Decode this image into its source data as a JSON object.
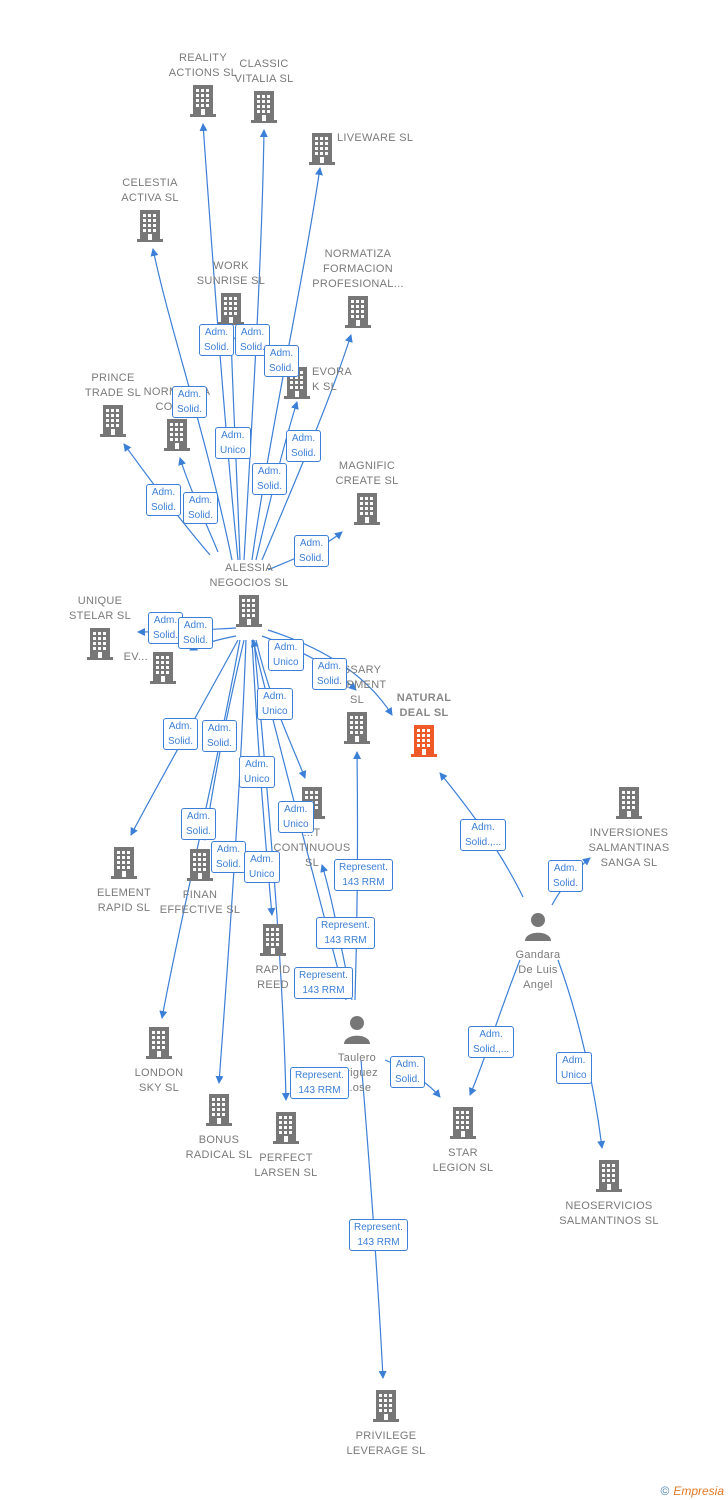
{
  "colors": {
    "building": "#777777",
    "focus": "#f05a28",
    "edge": "#3c7fd6",
    "label": "#7a7a7a"
  },
  "nodes": [
    {
      "id": "reality",
      "label": "REALITY\nACTIONS SL",
      "type": "company"
    },
    {
      "id": "classic",
      "label": "CLASSIC\nVITALIA SL",
      "type": "company"
    },
    {
      "id": "liveware",
      "label": "LIVEWARE SL",
      "type": "company"
    },
    {
      "id": "celestia",
      "label": "CELESTIA\nACTIVA SL",
      "type": "company"
    },
    {
      "id": "work",
      "label": "WORK\nSUNRISE SL",
      "type": "company"
    },
    {
      "id": "normatiza_form",
      "label": "NORMATIZA\nFORMACION\nPROFESIONAL...",
      "type": "company"
    },
    {
      "id": "evora",
      "label": "EVORA\nK SL",
      "type": "company"
    },
    {
      "id": "prince",
      "label": "PRINCE\nTRADE SL",
      "type": "company"
    },
    {
      "id": "normatiza_cons",
      "label": "NORMATIZA\nCONS...",
      "type": "company"
    },
    {
      "id": "magnific",
      "label": "MAGNIFIC\nCREATE SL",
      "type": "company"
    },
    {
      "id": "alessia",
      "label": "ALESSIA\nNEGOCIOS SL",
      "type": "company"
    },
    {
      "id": "unique",
      "label": "UNIQUE\nSTELAR SL",
      "type": "company"
    },
    {
      "id": "ev",
      "label": "EV...",
      "type": "company"
    },
    {
      "id": "necessary",
      "label": "...SSARY\n...OPMENT\nSL",
      "type": "company"
    },
    {
      "id": "natural",
      "label": "NATURAL\nDEAL SL",
      "type": "focus"
    },
    {
      "id": "inversiones",
      "label": "INVERSIONES\nSALMANTINAS\nSANGA SL",
      "type": "company"
    },
    {
      "id": "continuous",
      "label": "...T\nCONTINUOUS\nSL",
      "type": "company"
    },
    {
      "id": "element",
      "label": "ELEMENT\nRAPID SL",
      "type": "company"
    },
    {
      "id": "finan",
      "label": "FINAN\nEFFECTIVE SL",
      "type": "company"
    },
    {
      "id": "rapid",
      "label": "RAPID\nREED",
      "type": "company"
    },
    {
      "id": "gandara",
      "label": "Gandara\nDe Luis\nAngel",
      "type": "person"
    },
    {
      "id": "london",
      "label": "LONDON\nSKY SL",
      "type": "company"
    },
    {
      "id": "taulero",
      "label": "Taulero\n...riguez\n...ose",
      "type": "person"
    },
    {
      "id": "bonus",
      "label": "BONUS\nRADICAL SL",
      "type": "company"
    },
    {
      "id": "perfect",
      "label": "PERFECT\nLARSEN SL",
      "type": "company"
    },
    {
      "id": "star",
      "label": "STAR\nLEGION SL",
      "type": "company"
    },
    {
      "id": "neoservicios",
      "label": "NEOSERVICIOS\nSALMANTINOS SL",
      "type": "company"
    },
    {
      "id": "privilege",
      "label": "PRIVILEGE\nLEVERAGE SL",
      "type": "company"
    }
  ],
  "edges": [
    {
      "from": "alessia",
      "to": "reality"
    },
    {
      "from": "alessia",
      "to": "classic"
    },
    {
      "from": "alessia",
      "to": "liveware"
    },
    {
      "from": "alessia",
      "to": "celestia"
    },
    {
      "from": "alessia",
      "to": "work"
    },
    {
      "from": "alessia",
      "to": "normatiza_form"
    },
    {
      "from": "alessia",
      "to": "evora"
    },
    {
      "from": "alessia",
      "to": "prince"
    },
    {
      "from": "alessia",
      "to": "normatiza_cons"
    },
    {
      "from": "alessia",
      "to": "magnific"
    },
    {
      "from": "alessia",
      "to": "unique"
    },
    {
      "from": "alessia",
      "to": "ev"
    },
    {
      "from": "alessia",
      "to": "necessary"
    },
    {
      "from": "alessia",
      "to": "natural"
    },
    {
      "from": "alessia",
      "to": "continuous"
    },
    {
      "from": "alessia",
      "to": "element"
    },
    {
      "from": "alessia",
      "to": "finan"
    },
    {
      "from": "alessia",
      "to": "rapid"
    },
    {
      "from": "alessia",
      "to": "london"
    },
    {
      "from": "alessia",
      "to": "bonus"
    },
    {
      "from": "alessia",
      "to": "perfect"
    },
    {
      "from": "taulero",
      "to": "alessia"
    },
    {
      "from": "taulero",
      "to": "necessary"
    },
    {
      "from": "taulero",
      "to": "continuous"
    },
    {
      "from": "taulero",
      "to": "star"
    },
    {
      "from": "taulero",
      "to": "privilege"
    },
    {
      "from": "gandara",
      "to": "natural"
    },
    {
      "from": "gandara",
      "to": "inversiones"
    },
    {
      "from": "gandara",
      "to": "star"
    },
    {
      "from": "gandara",
      "to": "neoservicios"
    }
  ],
  "edge_labels": [
    "Adm.\nSolid.",
    "Adm.\nSolid.",
    "Adm.\nSolid.",
    "Adm.\nSolid.",
    "Adm.\nUnico",
    "Adm.\nSolid.",
    "Adm.\nSolid.",
    "Adm.\nSolid.",
    "Adm.\nSolid.",
    "Adm.\nSolid.",
    "Adm.\nSolid.",
    "Adm.\nSolid.",
    "Adm.\nUnico",
    "Adm.\nSolid.",
    "Adm.\nUnico",
    "Adm.\nSolid.",
    "Adm.\nSolid.",
    "Adm.\nUnico",
    "Adm.\nSolid.",
    "Adm.\nUnico",
    "Adm.\nSolid.",
    "Adm.\nUnico",
    "Represent.\n143 RRM",
    "Represent.\n143 RRM",
    "Represent.\n143 RRM",
    "Represent.\n143 RRM",
    "Adm.\nSolid.",
    "Represent.\n143 RRM",
    "Adm.\nSolid.,...",
    "Adm.\nSolid.",
    "Adm.\nSolid.,...",
    "Adm.\nUnico"
  ],
  "footer": {
    "copyright": "©",
    "brand": "Empresia"
  }
}
